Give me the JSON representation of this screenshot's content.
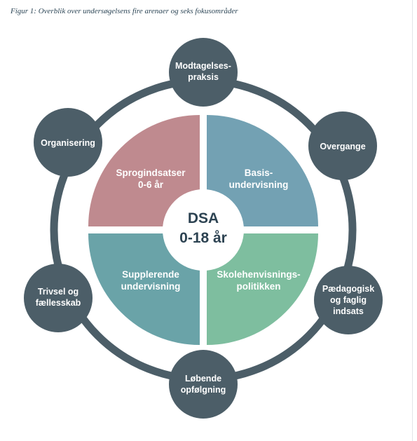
{
  "caption": "Figur 1: Overblik over undersøgelsens fire arenaer og seks fokusområder",
  "center": {
    "line1": "DSA",
    "line2": "0-18 år"
  },
  "quadrants": {
    "top_left": {
      "line1": "Sprogindsatser",
      "line2": "0-6 år",
      "color": "#bf8a8f"
    },
    "top_right": {
      "line1": "Basis-",
      "line2": "undervisning",
      "color": "#73a1b3"
    },
    "bottom_left": {
      "line1": "Supplerende",
      "line2": "undervisning",
      "color": "#6aa3a8"
    },
    "bottom_right": {
      "line1": "Skolehenvisnings-",
      "line2": "politikken",
      "color": "#7ebe9f"
    }
  },
  "focus_areas": {
    "top": {
      "line1": "Modtagelses-",
      "line2": "praksis"
    },
    "upper_right": {
      "line1": "Overgange"
    },
    "lower_right": {
      "line1": "Pædagogisk",
      "line2": "og faglig",
      "line3": "indsats"
    },
    "bottom": {
      "line1": "Løbende",
      "line2": "opfølgning"
    },
    "lower_left": {
      "line1": "Trivsel og",
      "line2": "fællesskab"
    },
    "upper_left": {
      "line1": "Organisering"
    }
  },
  "colors": {
    "node": "#4c5e68",
    "ring": "#4c5e68",
    "center_text": "#2d4352"
  }
}
